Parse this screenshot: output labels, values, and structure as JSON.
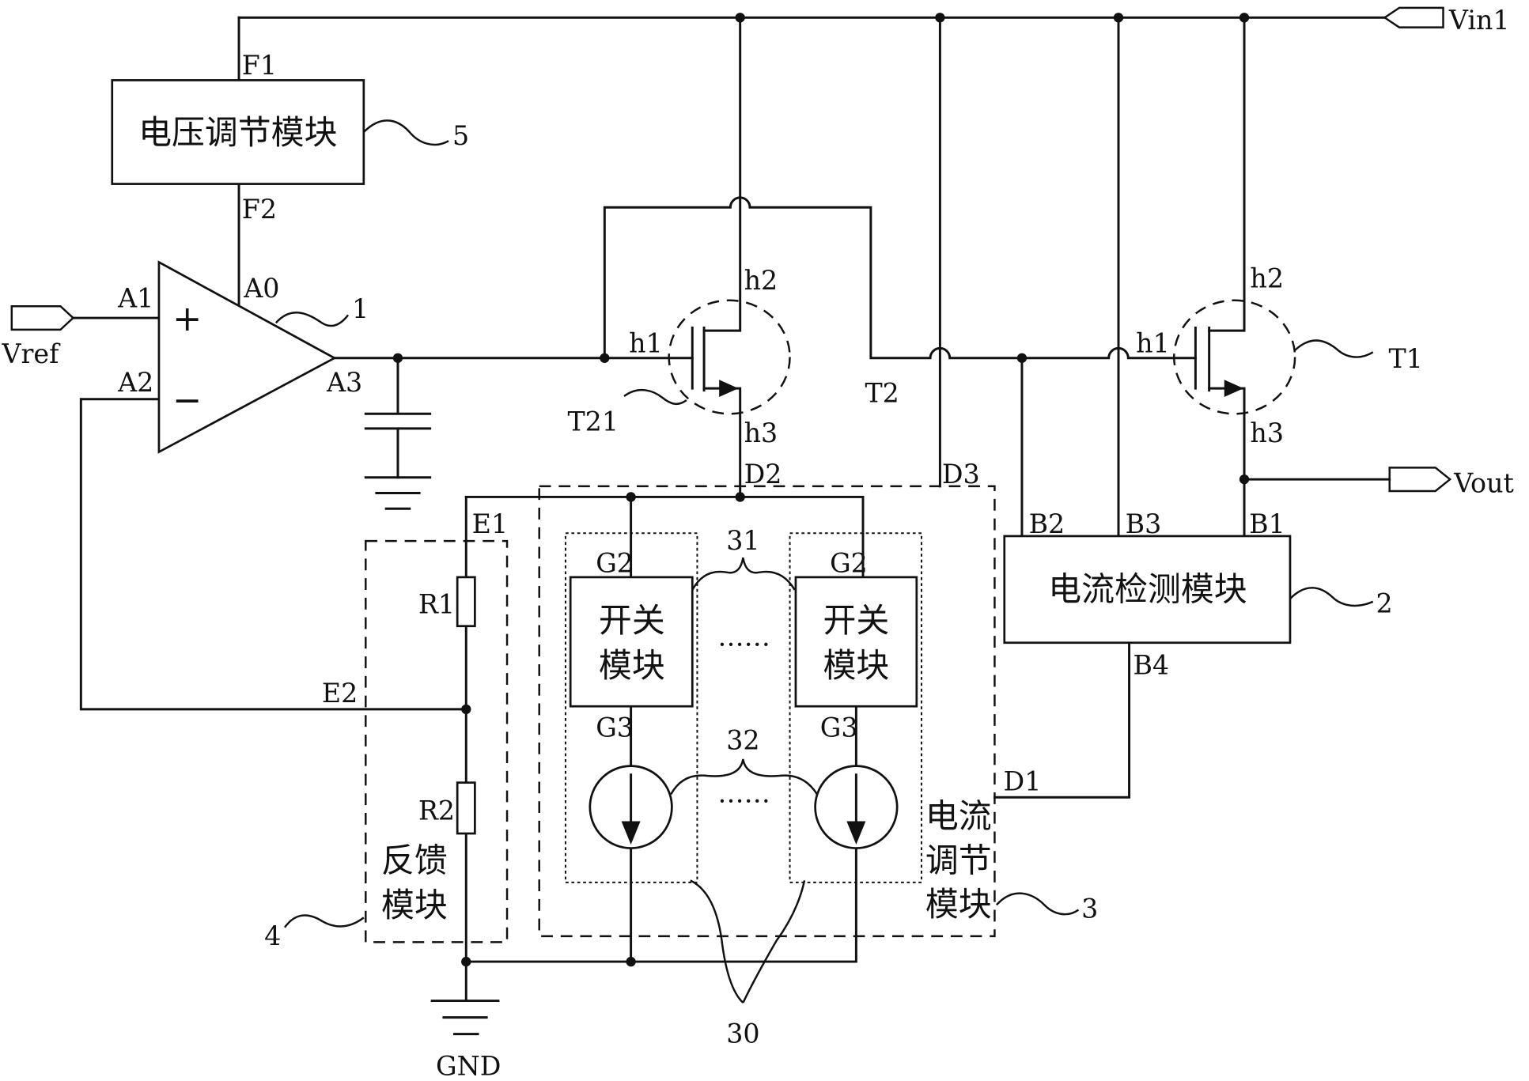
{
  "terminals": {
    "vin1": "Vin1",
    "vref": "Vref",
    "vout": "Vout",
    "gnd": "GND"
  },
  "voltage_regulation_module": {
    "label": "电压调节模块",
    "ref": "5",
    "pins": {
      "f1": "F1",
      "f2": "F2"
    }
  },
  "op_amp": {
    "ref": "1",
    "plus": "+",
    "minus": "−",
    "pins": {
      "a0": "A0",
      "a1": "A1",
      "a2": "A2",
      "a3": "A3"
    }
  },
  "transistor_t21": {
    "ref": "T21",
    "pins": {
      "h1": "h1",
      "h2": "h2",
      "h3": "h3"
    }
  },
  "t2_label": "T2",
  "transistor_t1": {
    "ref": "T1",
    "pins": {
      "h1": "h1",
      "h2": "h2",
      "h3": "h3"
    }
  },
  "feedback_module": {
    "label_lines": [
      "反馈",
      "模块"
    ],
    "ref": "4",
    "pins": {
      "e1": "E1",
      "e2": "E2"
    },
    "r1": "R1",
    "r2": "R2"
  },
  "current_regulation_module": {
    "label_lines": [
      "电流",
      "调节",
      "模块"
    ],
    "ref": "3",
    "pins": {
      "d1": "D1",
      "d2": "D2",
      "d3": "D3"
    },
    "switch_group_ref": "31",
    "source_group_ref": "32",
    "unit_group_ref": "30",
    "ellipsis_switches": "……",
    "ellipsis_sources": "……",
    "units": [
      {
        "switch_label_lines": [
          "开关",
          "模块"
        ],
        "pins": {
          "g2": "G2",
          "g3": "G3"
        }
      },
      {
        "switch_label_lines": [
          "开关",
          "模块"
        ],
        "pins": {
          "g2": "G2",
          "g3": "G3"
        }
      }
    ]
  },
  "current_detection_module": {
    "label": "电流检测模块",
    "ref": "2",
    "pins": {
      "b1": "B1",
      "b2": "B2",
      "b3": "B3",
      "b4": "B4"
    }
  }
}
